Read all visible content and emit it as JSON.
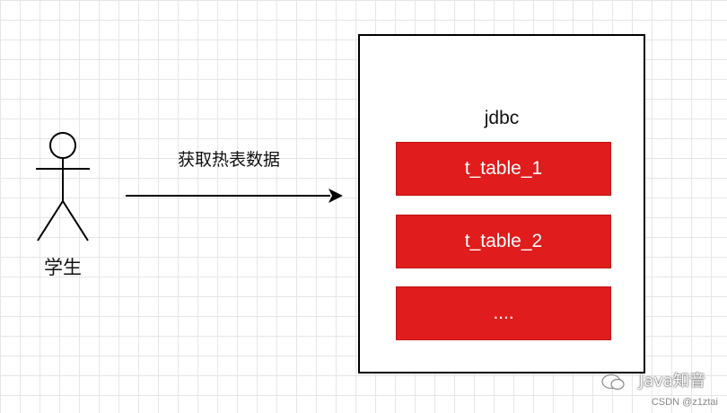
{
  "actor": {
    "icon": "stick-figure-icon",
    "label": "学生"
  },
  "flow": {
    "label": "获取热表数据"
  },
  "container": {
    "title": "jdbc",
    "tables": [
      {
        "label": "t_table_1"
      },
      {
        "label": "t_table_2"
      },
      {
        "label": "...."
      }
    ]
  },
  "watermark": {
    "brand": "Java知音",
    "credit": "CSDN @z1ztai"
  },
  "colors": {
    "table_fill": "#e01c1c",
    "grid": "#e6e6e6"
  }
}
